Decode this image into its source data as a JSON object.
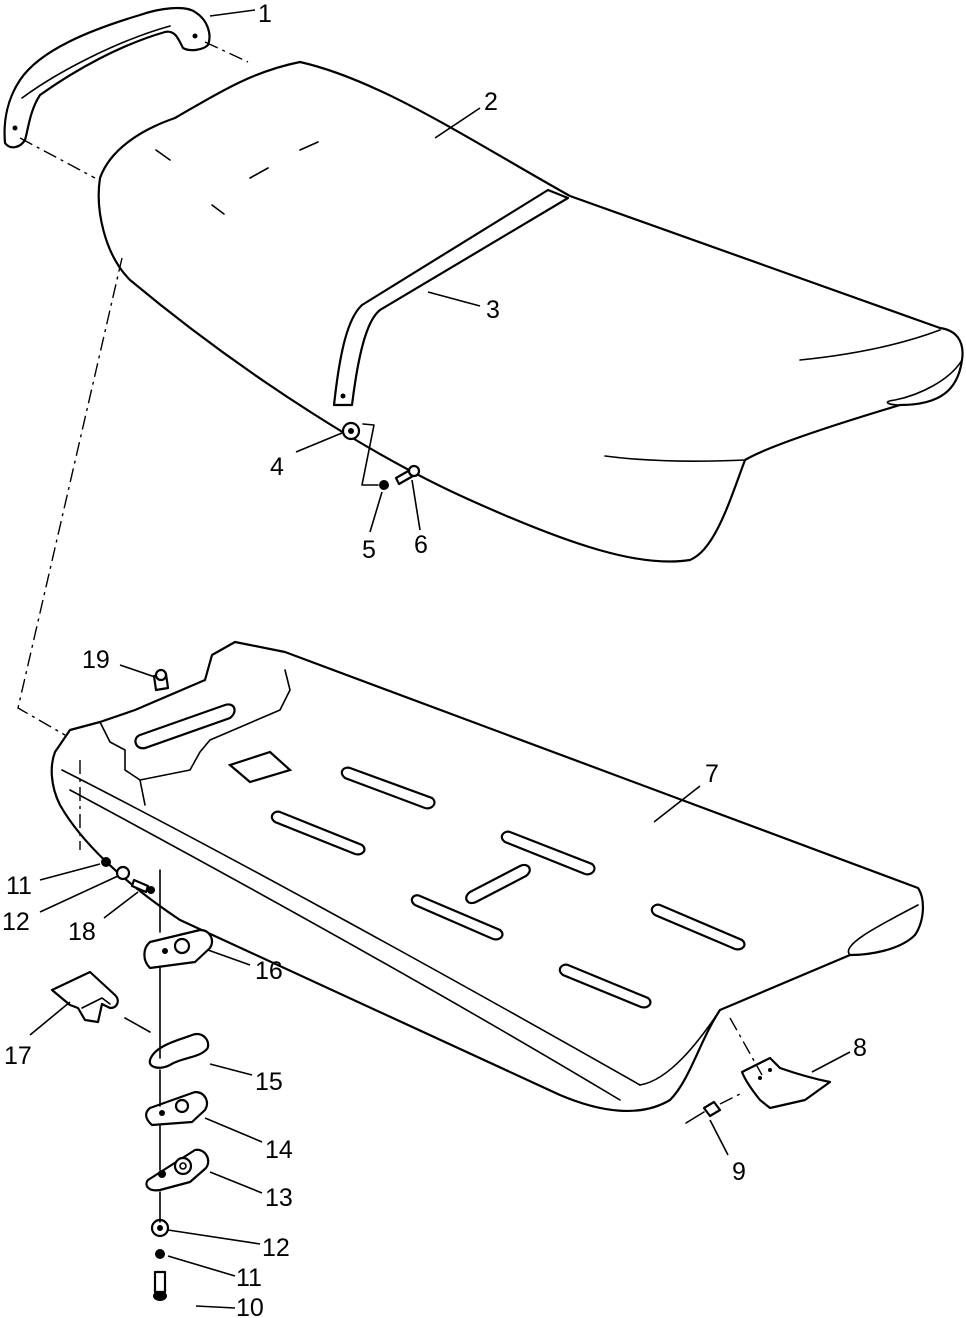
{
  "callouts": [
    {
      "id": "c1",
      "text": "1"
    },
    {
      "id": "c2",
      "text": "2"
    },
    {
      "id": "c3",
      "text": "3"
    },
    {
      "id": "c4",
      "text": "4"
    },
    {
      "id": "c5",
      "text": "5"
    },
    {
      "id": "c6",
      "text": "6"
    },
    {
      "id": "c7",
      "text": "7"
    },
    {
      "id": "c8",
      "text": "8"
    },
    {
      "id": "c9",
      "text": "9"
    },
    {
      "id": "c10",
      "text": "10"
    },
    {
      "id": "c11a",
      "text": "11"
    },
    {
      "id": "c11b",
      "text": "11"
    },
    {
      "id": "c12a",
      "text": "12"
    },
    {
      "id": "c12b",
      "text": "12"
    },
    {
      "id": "c13",
      "text": "13"
    },
    {
      "id": "c14",
      "text": "14"
    },
    {
      "id": "c15",
      "text": "15"
    },
    {
      "id": "c16",
      "text": "16"
    },
    {
      "id": "c17",
      "text": "17"
    },
    {
      "id": "c18",
      "text": "18"
    },
    {
      "id": "c19",
      "text": "19"
    }
  ]
}
